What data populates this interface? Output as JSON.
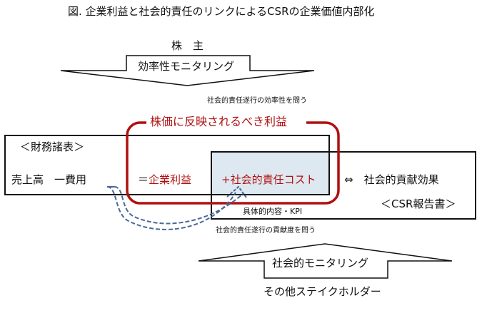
{
  "title": "図. 企業利益と社会的責任のリンクによるCSRの企業価値内部化",
  "shareholders": "株　主",
  "efficiency_monitoring": "効率性モニタリング",
  "efficiency_question": "社会的責任遂行の効率性を問う",
  "stock_price_profit": "株価に反映されるべき利益",
  "financial_statements": "＜財務諸表＞",
  "sales_minus_costs": "売上高　一費用",
  "equals": "＝",
  "corporate_profit": "企業利益",
  "social_cost": "+社会的責任コスト",
  "equivalence": "⇔　社会的貢献効果",
  "csr_report": "＜CSR報告書＞",
  "details_kpi": "具体的内容・KPI",
  "contribution_question": "社会的責任遂行の貢献度を問う",
  "social_monitoring": "社会的モニタリング",
  "stakeholders": "その他ステイクホルダー",
  "colors": {
    "red": "#b01010",
    "shade": "#dde8f0",
    "dash": "#4a6898"
  }
}
